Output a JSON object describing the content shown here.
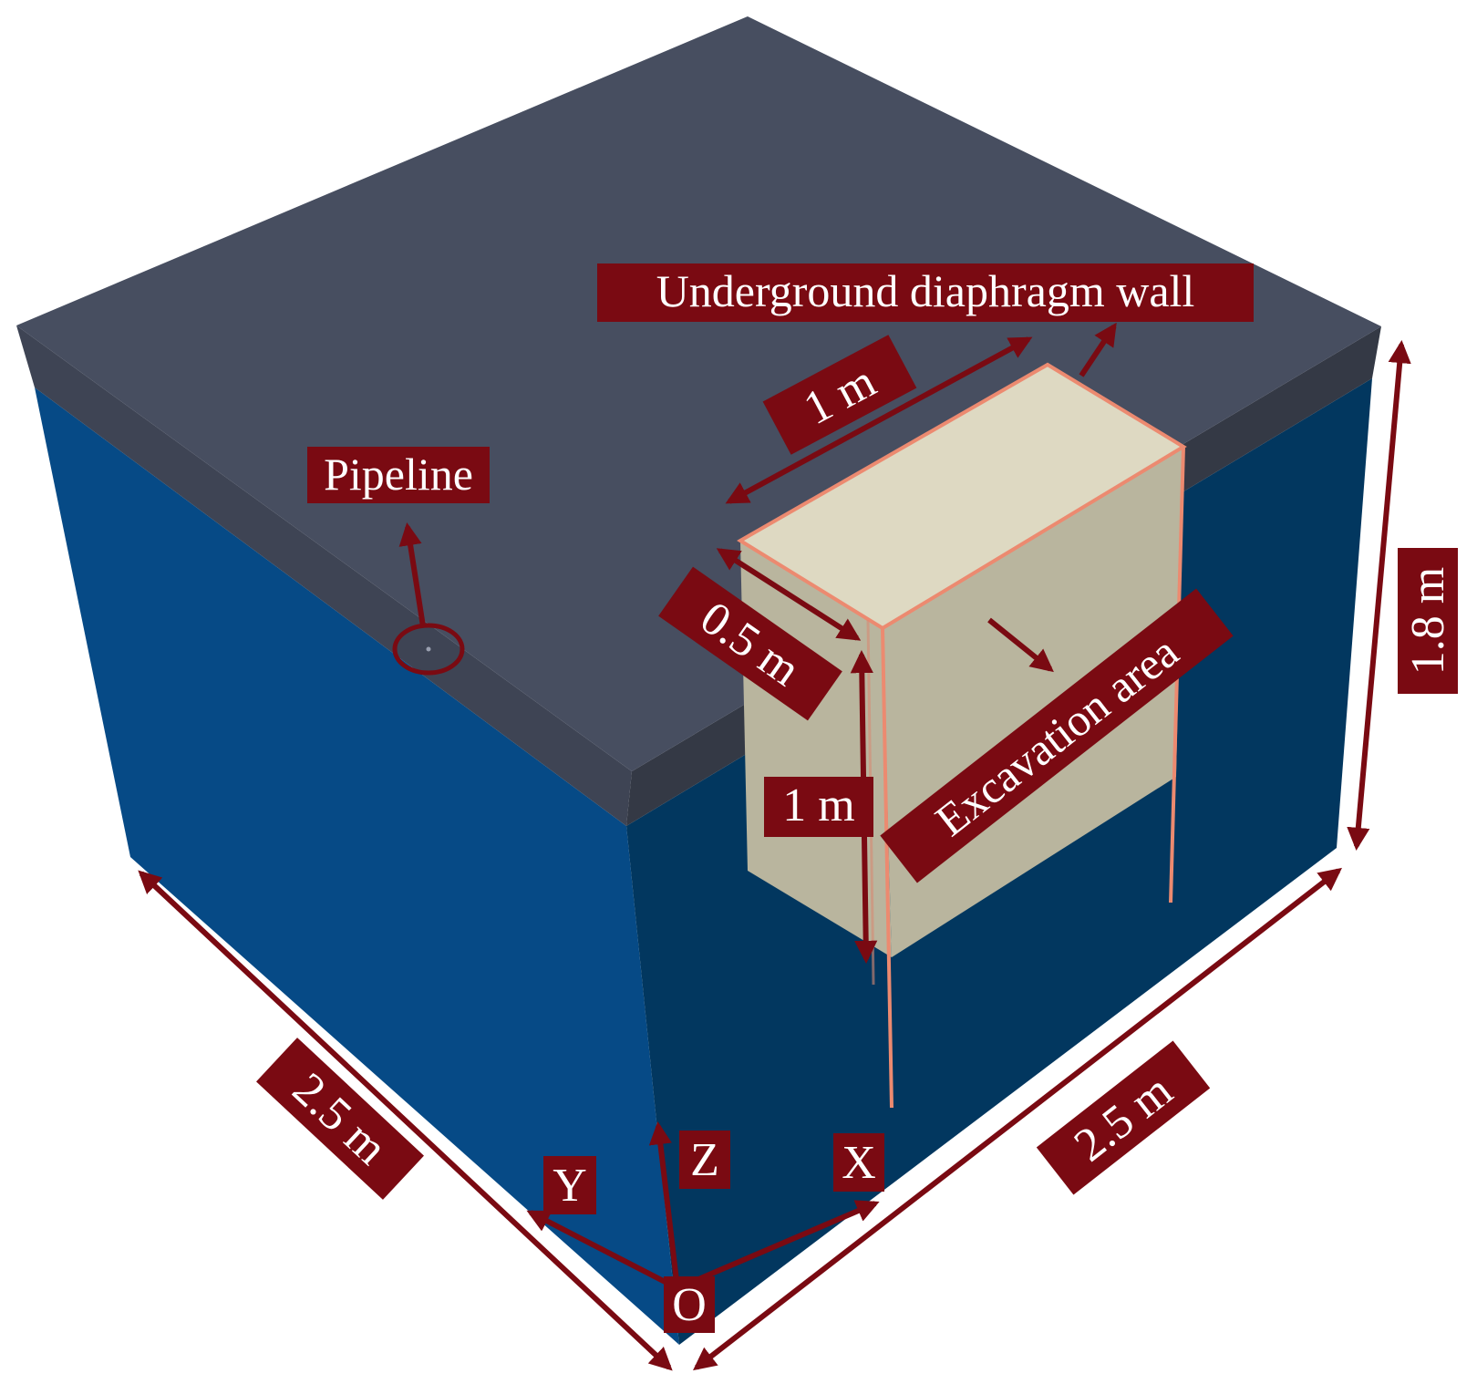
{
  "colors": {
    "accent": "#7a0a12",
    "soil_left": "#064a86",
    "soil_right": "#02375f",
    "top_surface": "#474e60",
    "top_edge_left": "#3e4454",
    "top_edge_right": "#343945",
    "wall_top": "#ded9c2",
    "wall_front": "#b9b59e",
    "wall_outline": "#ec8a70"
  },
  "labels": {
    "diaphragm_wall": "Underground diaphragm wall",
    "pipeline": "Pipeline",
    "excavation_area": "Excavation area",
    "wall_length": "1 m",
    "wall_width": "0.5 m",
    "excavation_depth": "1 m",
    "model_height": "1.8 m",
    "model_length_left": "2.5 m",
    "model_length_right": "2.5 m"
  },
  "axes": {
    "x": "X",
    "y": "Y",
    "z": "Z",
    "origin": "O"
  }
}
